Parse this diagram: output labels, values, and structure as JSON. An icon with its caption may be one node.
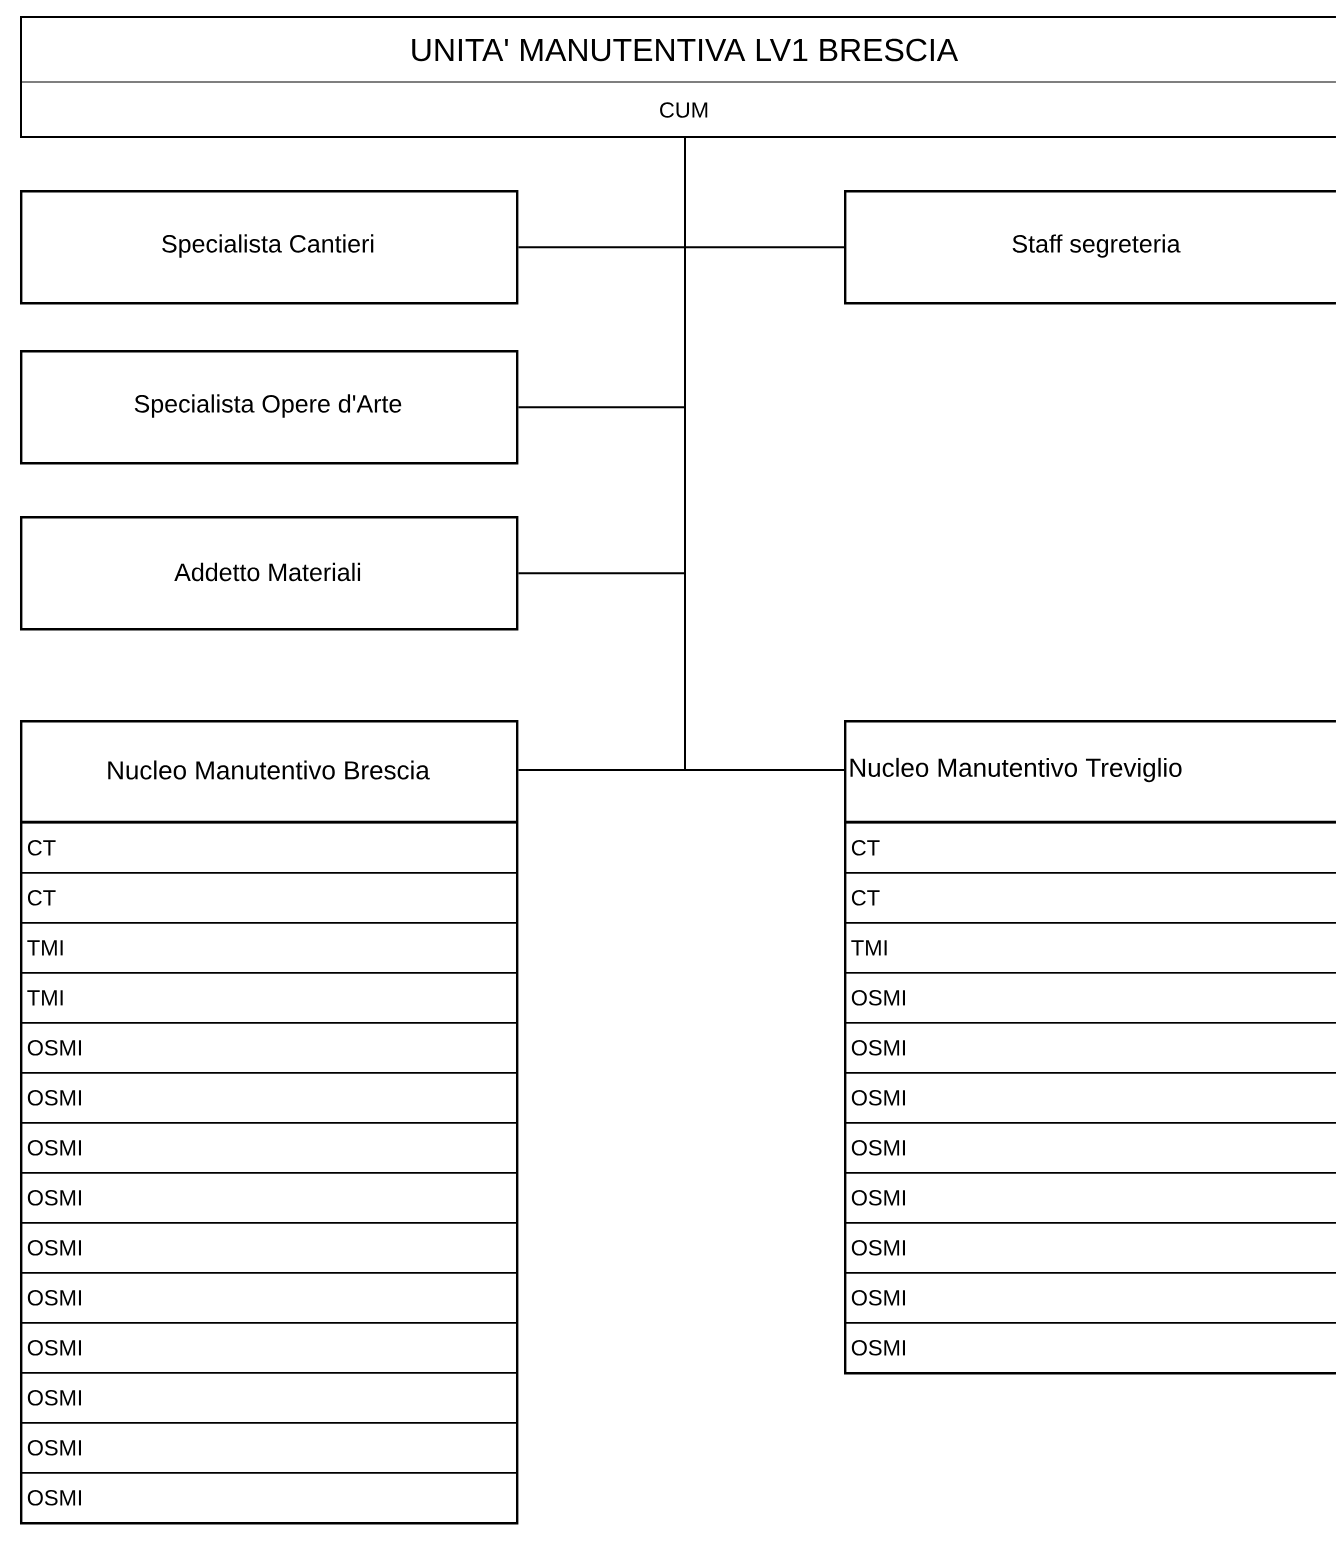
{
  "diagram": {
    "nodes": [
      {
        "text": [
          "UNITA' MANUTENTIVA LV1 BRESCIA",
          "CUM"
        ]
      },
      {
        "text": [
          "Specialista Cantieri"
        ]
      },
      {
        "text": [
          "Staff segreteria"
        ]
      },
      {
        "text": [
          "Specialista Opere d'Arte"
        ]
      },
      {
        "text": [
          "Addetto Materiali"
        ]
      },
      {
        "text": [
          "Nucleo Manutentivo Brescia"
        ]
      },
      {
        "text": [
          "CT"
        ],
        "in": 5
      },
      {
        "text": [
          "CT"
        ],
        "in": 5
      },
      {
        "text": [
          "TMI"
        ],
        "in": 5
      },
      {
        "text": [
          "TMI"
        ],
        "in": 5
      },
      {
        "text": [
          "OSMI"
        ],
        "in": 5
      },
      {
        "text": [
          "OSMI"
        ],
        "in": 5
      },
      {
        "text": [
          "OSMI"
        ],
        "in": 5
      },
      {
        "text": [
          "OSMI"
        ],
        "in": 5
      },
      {
        "text": [
          "OSMI"
        ],
        "in": 5
      },
      {
        "text": [
          "OSMI"
        ],
        "in": 5
      },
      {
        "text": [
          "OSMI"
        ],
        "in": 5
      },
      {
        "text": [
          "OSMI"
        ],
        "in": 5
      },
      {
        "text": [
          "OSMI"
        ],
        "in": 5
      },
      {
        "text": [
          "OSMI"
        ],
        "in": 5
      },
      {
        "text": [
          "Nucleo Manutentivo Treviglio"
        ]
      },
      {
        "text": [
          "CT"
        ],
        "in": 20
      },
      {
        "text": [
          "CT"
        ],
        "in": 20
      },
      {
        "text": [
          "TMI"
        ],
        "in": 20
      },
      {
        "text": [
          "OSMI"
        ],
        "in": 20
      },
      {
        "text": [
          "OSMI"
        ],
        "in": 20
      },
      {
        "text": [
          "OSMI"
        ],
        "in": 20
      },
      {
        "text": [
          "OSMI"
        ],
        "in": 20
      },
      {
        "text": [
          "OSMI"
        ],
        "in": 20
      },
      {
        "text": [
          "OSMI"
        ],
        "in": 20
      },
      {
        "text": [
          "OSMI"
        ],
        "in": 20
      },
      {
        "text": [
          "OSMI"
        ],
        "in": 20
      }
    ],
    "edges": [
      {
        "from": 0,
        "to": 1,
        "arrow": "none"
      },
      {
        "from": 0,
        "to": 2,
        "arrow": "none"
      },
      {
        "from": 0,
        "to": 3,
        "arrow": "none"
      },
      {
        "from": 0,
        "to": 4,
        "arrow": "none"
      },
      {
        "from": 0,
        "to": 5,
        "arrow": "none"
      },
      {
        "from": 0,
        "to": 20,
        "arrow": "none"
      }
    ]
  }
}
